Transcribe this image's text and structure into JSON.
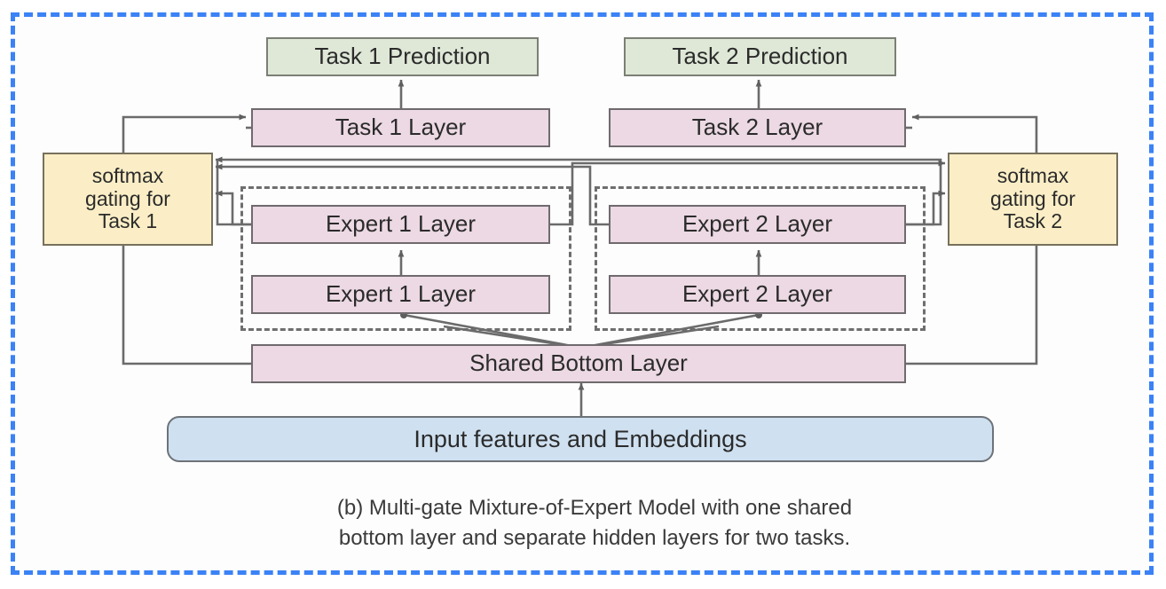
{
  "figure": {
    "caption_line1": "(b) Multi-gate Mixture-of-Expert Model with one shared",
    "caption_line2": "bottom layer and separate hidden layers for two tasks.",
    "border_color": "#3b82f6"
  },
  "palette": {
    "prediction_fill": "#dfe8d7",
    "layer_fill": "#ecd9e3",
    "gate_fill": "#fbeec6",
    "input_fill": "#cfe0f0",
    "wire_color": "#6b6b6b",
    "dashed_group_color": "#6e6e6e"
  },
  "nodes": {
    "task1_prediction": "Task 1 Prediction",
    "task2_prediction": "Task 2 Prediction",
    "task1_layer": "Task 1 Layer",
    "task2_layer": "Task 2 Layer",
    "gate_task1": "softmax\ngating for\nTask 1",
    "gate_task2": "softmax\ngating for\nTask 2",
    "expert1_upper": "Expert 1 Layer",
    "expert1_lower": "Expert 1 Layer",
    "expert2_upper": "Expert 2 Layer",
    "expert2_lower": "Expert 2 Layer",
    "shared_bottom": "Shared Bottom Layer",
    "input_features": "Input features and Embeddings"
  }
}
